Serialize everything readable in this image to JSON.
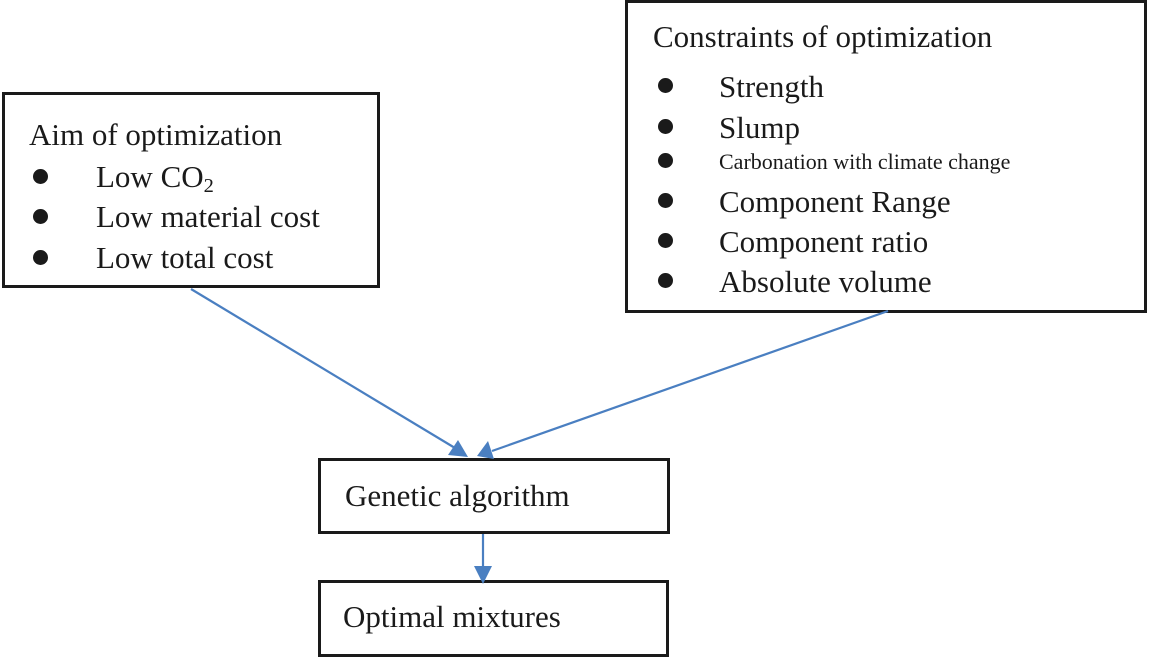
{
  "diagram": {
    "aim": {
      "title": "Aim of optimization",
      "items": [
        {
          "text": "Low CO",
          "sub": "2"
        },
        {
          "text": "Low material cost"
        },
        {
          "text": "Low total cost"
        }
      ]
    },
    "constraints": {
      "title": "Constraints of optimization",
      "items": [
        "Strength",
        "Slump",
        "Carbonation with climate change",
        "Component Range",
        "Component ratio",
        "Absolute volume"
      ]
    },
    "genetic_algorithm": {
      "label": "Genetic algorithm"
    },
    "optimal_mixtures": {
      "label": "Optimal mixtures"
    },
    "colors": {
      "box_border": "#1a1a1a",
      "text": "#1a1a1a",
      "arrow": "#4a7fc1"
    }
  }
}
